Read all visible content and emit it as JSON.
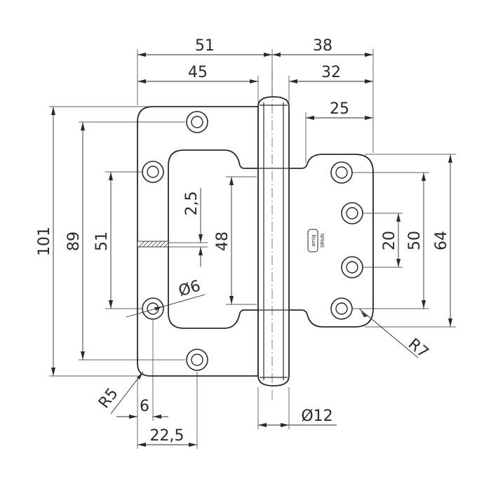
{
  "dimensions": {
    "overall_left_width": "51",
    "overall_right_width": "38",
    "left_leaf_width": "45",
    "right_leaf_width": "32",
    "right_leaf_offset": "25",
    "total_height": "101",
    "left_hole_spacing_outer": "89",
    "left_hole_spacing_inner": "51",
    "slot_depth": "2,5",
    "cutout_height": "48",
    "hole_diameter": "Ø6",
    "right_hole_spacing_small": "20",
    "right_hole_spacing_mid": "50",
    "right_leaf_height": "64",
    "corner_radius_left": "R5",
    "corner_radius_right": "R7",
    "edge_to_hole": "6",
    "edge_to_hole_center": "22,5",
    "knuckle_diameter": "Ø12"
  },
  "logo": {
    "brand": "amig",
    "country": "SPAIN"
  },
  "colors": {
    "line": "#2a2a2a",
    "background": "#ffffff"
  }
}
